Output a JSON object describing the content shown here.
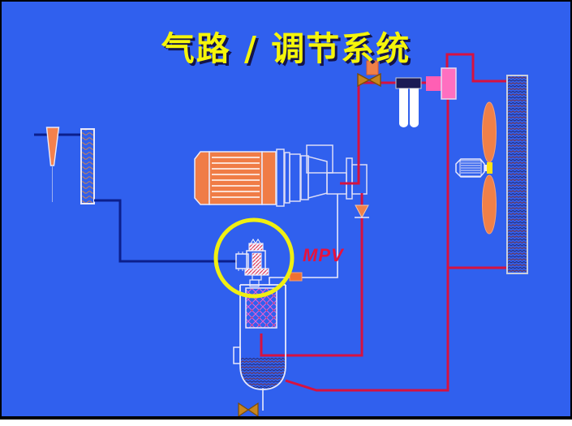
{
  "slide": {
    "title": "气路 / 调节系统",
    "title_color": "#f5f50a",
    "title_shadow_color": "#14144a",
    "background_color": "#3060ee",
    "footer_band_color": "#ffffff"
  },
  "labels": {
    "mpv": {
      "text": "MPV",
      "color": "#e6123e"
    }
  },
  "palette": {
    "pipe_red": "#d61240",
    "pipe_navy": "#0c1f8c",
    "pipe_white": "#e9e9fb",
    "component_orange": "#f07c46",
    "valve_gold": "#c8861f",
    "muffler_pink": "#ff5fb4",
    "filter_cap_navy": "#1b1b55",
    "highlight_yellow": "#f0ef12",
    "fan_hub_yellow": "#ffe212",
    "radiator_fill_navy": "#2b2b6e",
    "radiator_fill_red": "#76303e",
    "separator_pink": "#ec5fd0",
    "mpv_hatch_red": "#e02848"
  },
  "components": {
    "intake_cone": "air intake cone",
    "air_filter": "intake air filter",
    "suction_line": "suction line (navy)",
    "motor": "drive motor with cooling fins",
    "compressor": "compressor block with flange",
    "check_valve": "check valve (orange triangle)",
    "inlet_valve": "shut-off valve with actuator",
    "line_filter": "twin-cartridge line filter",
    "muffler": "pink muffler block",
    "radiator": "oil cooler / radiator",
    "fan": "cooling fan with motor",
    "mpv_valve": "minimum pressure valve (MPV)",
    "highlight_circle": "yellow highlight ring around MPV",
    "oil_tank": "oil separator tank",
    "drain_valve": "tank drain valve",
    "connector": "orange inline connector"
  }
}
